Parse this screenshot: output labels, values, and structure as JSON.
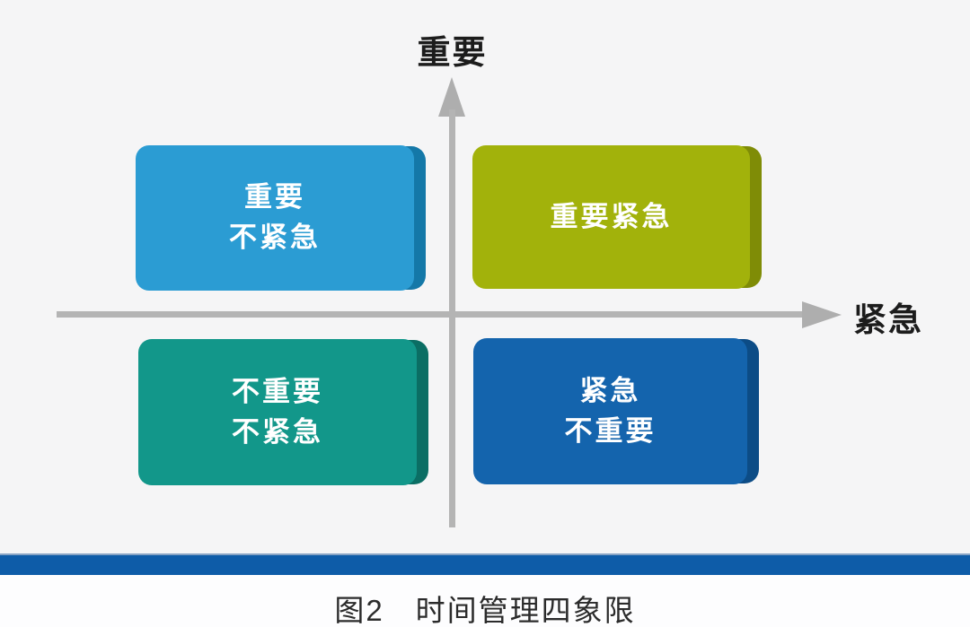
{
  "diagram": {
    "y_axis_label": "重要",
    "x_axis_label": "紧急",
    "axis_color": "#B4B4B4",
    "quadrants": {
      "top_left": {
        "line1": "重要",
        "line2": "不紧急",
        "color": "#2B9CD3",
        "edge_color": "#1478A8"
      },
      "top_right": {
        "line1": "重要紧急",
        "line2": "",
        "color": "#A2B20B",
        "edge_color": "#7F8C06"
      },
      "bottom_left": {
        "line1": "不重要",
        "line2": "不紧急",
        "color": "#12978A",
        "edge_color": "#0B6E64"
      },
      "bottom_right": {
        "line1": "紧急",
        "line2": "不重要",
        "color": "#1464AD",
        "edge_color": "#0C4C86"
      }
    },
    "divider_bar_color": "#0E5CA8",
    "caption": "图2　时间管理四象限"
  }
}
